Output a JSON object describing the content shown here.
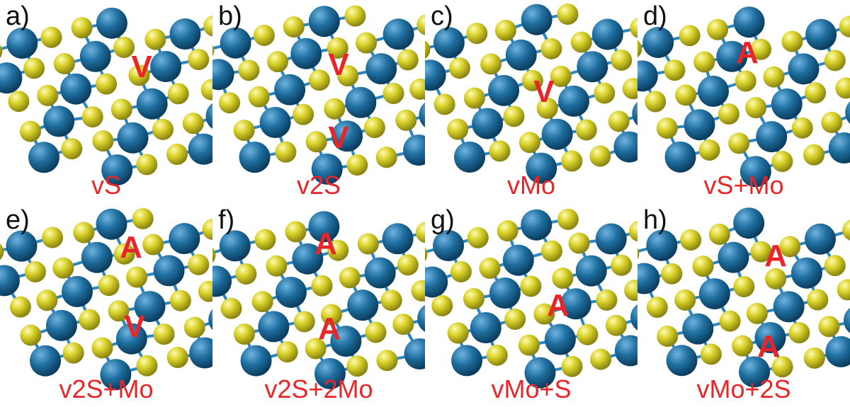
{
  "figure": {
    "colors": {
      "sulfur": "#d8d12a",
      "molybdenum": "#1f6fa0",
      "bond": "#2b86c1",
      "label": "#e8262a"
    },
    "panels": [
      {
        "letter": "a)",
        "caption": "vS",
        "markers": [
          "V"
        ]
      },
      {
        "letter": "b)",
        "caption": "v2S",
        "markers": [
          "V",
          "V"
        ]
      },
      {
        "letter": "c)",
        "caption": "vMo",
        "markers": [
          "V"
        ]
      },
      {
        "letter": "d)",
        "caption": "vS+Mo",
        "markers": [
          "A"
        ]
      },
      {
        "letter": "e)",
        "caption": "v2S+Mo",
        "markers": [
          "A",
          "V"
        ]
      },
      {
        "letter": "f)",
        "caption": "v2S+2Mo",
        "markers": [
          "A",
          "A"
        ]
      },
      {
        "letter": "g)",
        "caption": "vMo+S",
        "markers": [
          "A"
        ]
      },
      {
        "letter": "h)",
        "caption": "vMo+2S",
        "markers": [
          "A",
          "A"
        ]
      }
    ]
  }
}
